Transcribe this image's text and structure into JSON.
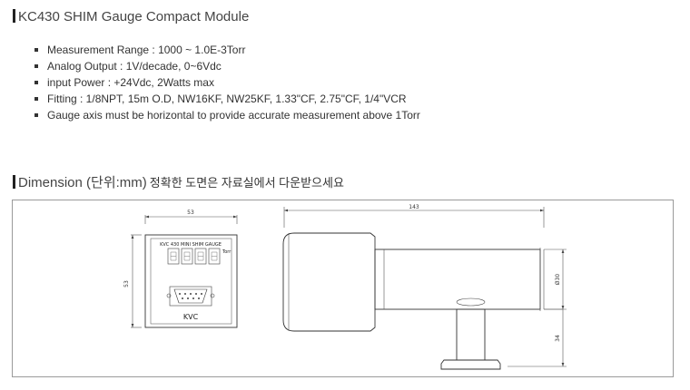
{
  "title": "KC430 SHIM Gauge Compact Module",
  "specs": [
    "Measurement Range : 1000 ~ 1.0E-3Torr",
    "Analog Output : 1V/decade, 0~6Vdc",
    "input Power : +24Vdc, 2Watts max",
    "Fitting : 1/8NPT, 15m O.D, NW16KF, NW25KF, 1.33\"CF, 2.75\"CF, 1/4\"VCR",
    "Gauge axis must be horizontal to provide accurate measurement above 1Torr"
  ],
  "dimension": {
    "heading": "Dimension (단위:mm)",
    "note": "정확한 도면은 자료실에서 다운받으세요"
  },
  "drawing": {
    "front": {
      "width_label": "53",
      "height_label": "53",
      "panel_label": "KVC 430 MINI SHIM GAUGE",
      "unit_label": "Torr",
      "brand": "KVC"
    },
    "side": {
      "length_label": "143",
      "diameter_label": "Ø30",
      "stem_label": "34"
    }
  }
}
